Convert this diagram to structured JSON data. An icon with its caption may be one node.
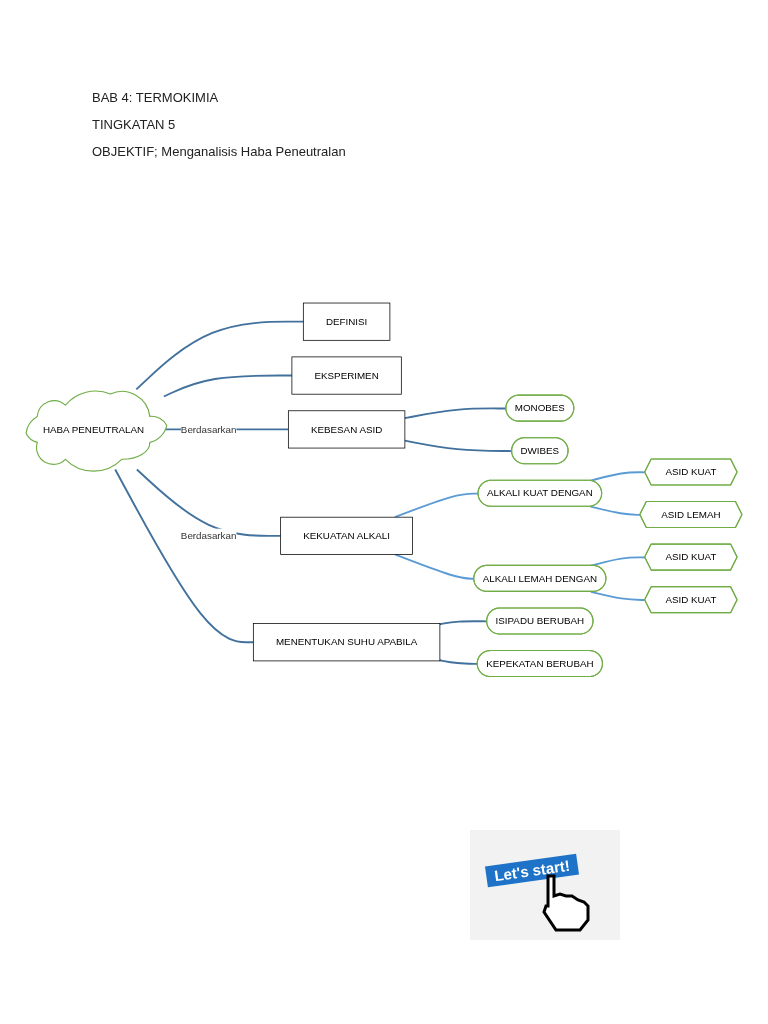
{
  "diagram": {
    "title": "BAB 4: TERMOKIMIA",
    "nodes": [
      {
        "text": [
          "DEFINISI"
        ]
      },
      {
        "text": [
          "EKSPERIMEN"
        ]
      },
      {
        "text": [
          "KEBESAN ASID"
        ]
      },
      {
        "text": [
          "MONOBES"
        ]
      },
      {
        "text": [
          "DWIBES"
        ]
      },
      {
        "text": [
          "HABA PENEUTRALAN"
        ]
      },
      {
        "text": [
          "ASID KUAT"
        ]
      },
      {
        "text": [
          "ALKALI KUAT DENGAN"
        ]
      },
      {
        "text": [
          "ASID LEMAH"
        ]
      },
      {
        "text": [
          "KEKUATAN ALKALI"
        ]
      },
      {
        "text": [
          "ALKALI LEMAH DENGAN"
        ]
      },
      {
        "text": [
          "ASID KUAT"
        ]
      },
      {
        "text": [
          "ASID KUAT"
        ]
      },
      {
        "text": [
          "MENENTUKAN SUHU APABILA"
        ]
      },
      {
        "text": [
          "ISIPADU BERUBAH"
        ]
      },
      {
        "text": [
          "KEPEKATAN BERUBAH"
        ]
      }
    ],
    "edges": [
      {
        "from": 5,
        "to": 0,
        "arrow": "none"
      },
      {
        "from": 5,
        "to": 1,
        "arrow": "none"
      },
      {
        "from": 5,
        "to": 2,
        "arrow": "none",
        "label": "Berdasarkan"
      },
      {
        "from": 2,
        "to": 3,
        "arrow": "none"
      },
      {
        "from": 2,
        "to": 4,
        "arrow": "none"
      },
      {
        "from": 5,
        "to": 9,
        "arrow": "none",
        "label": "Berdasarkan"
      },
      {
        "from": 9,
        "to": 7,
        "arrow": "none",
        "color": "#5b9bd5"
      },
      {
        "from": 9,
        "to": 10,
        "arrow": "none",
        "color": "#5b9bd5"
      },
      {
        "from": 7,
        "to": 6,
        "arrow": "none",
        "color": "#5b9bd5"
      },
      {
        "from": 7,
        "to": 8,
        "arrow": "none",
        "color": "#5b9bd5"
      },
      {
        "from": 10,
        "to": 11,
        "arrow": "none",
        "color": "#5b9bd5"
      },
      {
        "from": 10,
        "to": 12,
        "arrow": "none",
        "color": "#5b9bd5"
      },
      {
        "from": 5,
        "to": 13,
        "arrow": "none"
      },
      {
        "from": 13,
        "to": 14,
        "arrow": "none"
      },
      {
        "from": 13,
        "to": 15,
        "arrow": "none"
      }
    ],
    "labels": [
      "TINGKATAN 5",
      "OBJEKTIF; Menganalisis Haba Peneutralan",
      "Let's start!"
    ]
  }
}
